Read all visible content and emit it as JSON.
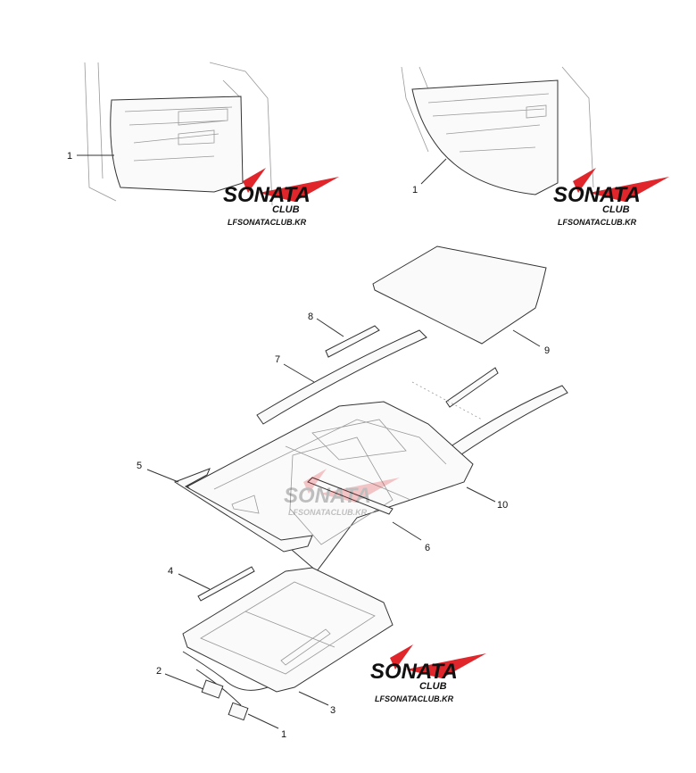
{
  "callouts": {
    "front_door_trim": "1",
    "rear_door_trim": "1",
    "part_8": "8",
    "part_7": "7",
    "part_9": "9",
    "part_5": "5",
    "part_10": "10",
    "part_6": "6",
    "part_4": "4",
    "part_2": "2",
    "part_3": "3",
    "part_1_bottom": "1"
  },
  "watermark": {
    "brand": "SONATA",
    "sub": "CLUB",
    "url": "LFSONATACLUB.KR",
    "accent_color": "#e0262b"
  }
}
